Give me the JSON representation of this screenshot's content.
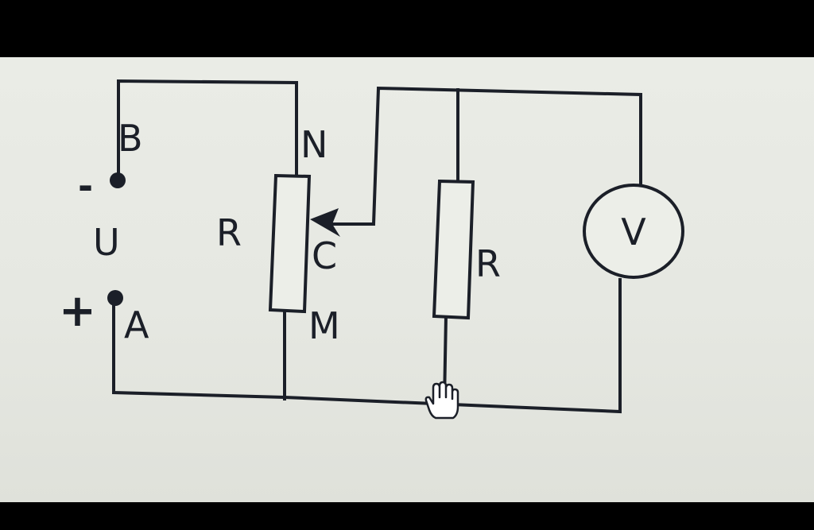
{
  "labels": {
    "node_b": "B",
    "node_a": "A",
    "node_n": "N",
    "node_m": "M",
    "node_c": "C",
    "supply": "U",
    "supply_minus": "-",
    "supply_plus": "+",
    "rheostat_r": "R",
    "resistor_r": "R",
    "voltmeter": "V"
  },
  "icons": {
    "cursor": "hand-cursor-icon"
  },
  "colors": {
    "wire": "#1b1f28",
    "screen": "#e8eae4",
    "bezel": "#000000"
  }
}
